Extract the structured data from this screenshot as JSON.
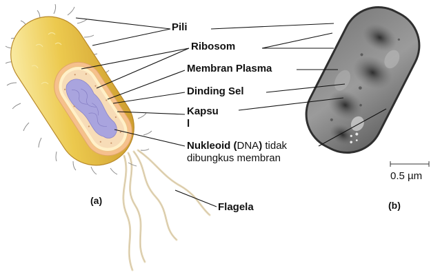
{
  "labels": {
    "pili": "Pili",
    "ribosom": "Ribosom",
    "membran_plasma": "Membran Plasma",
    "dinding_sel": "Dinding Sel",
    "kapsul_line1": "Kapsu",
    "kapsul_line2": "l",
    "nukleoid_bold": "Nukleoid (",
    "nukleoid_dna": "DNA",
    "nukleoid_paren": ")",
    "nukleoid_rest": " tidak",
    "nukleoid_line2": "dibungkus membran",
    "flagela": "Flagela",
    "panel_a": "(a)",
    "panel_b": "(b)",
    "scale_bar": "0.5 µm"
  },
  "colors": {
    "capsule": "#e9c84a",
    "capsule_light": "#fbf0b0",
    "cell_wall": "#f3c79a",
    "cytoplasm": "#f7dcb7",
    "nucleoid": "#a9a4de",
    "leader_line": "#111111",
    "micrograph": "#4d4d4d"
  }
}
